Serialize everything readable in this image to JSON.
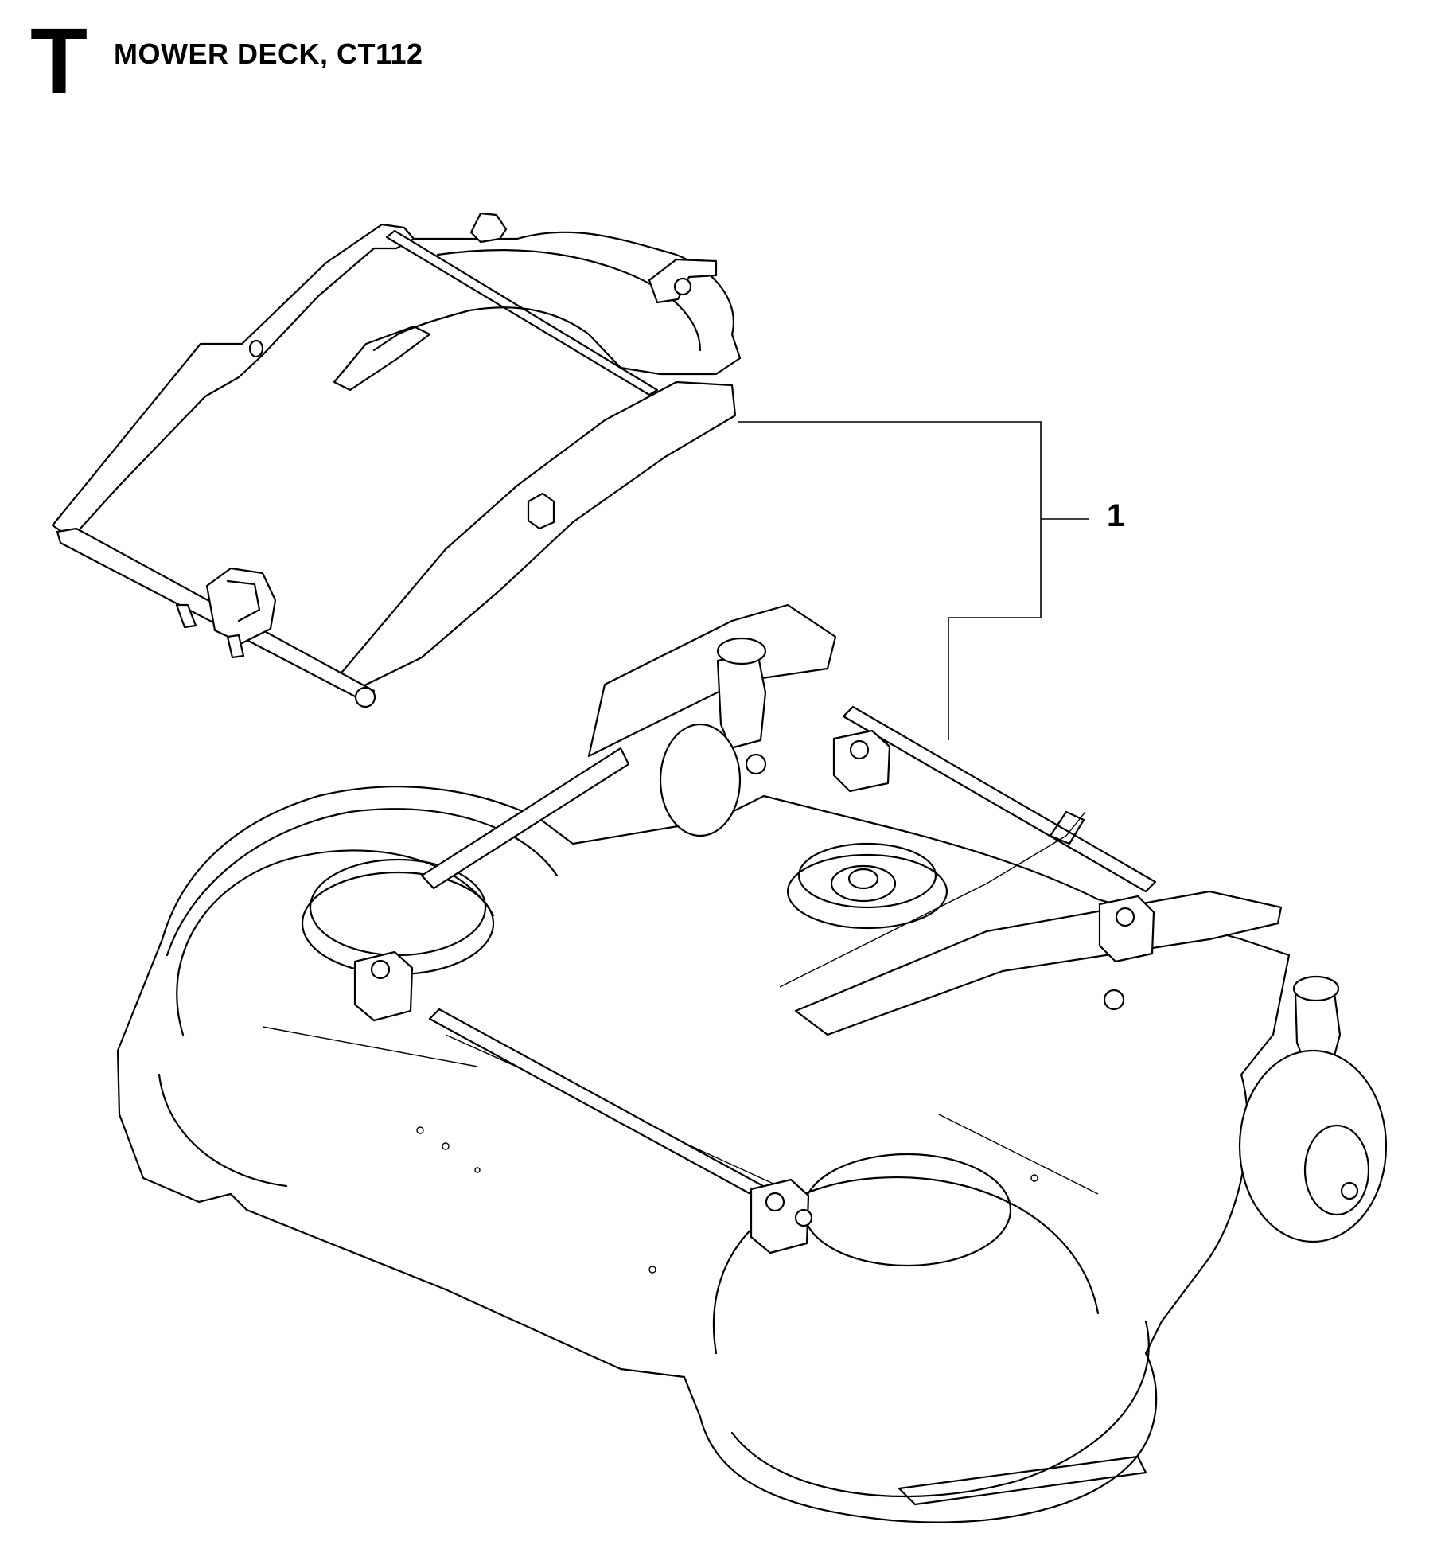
{
  "header": {
    "section_letter": "T",
    "title": "MOWER DECK, CT112"
  },
  "diagram": {
    "parts": [
      {
        "callout": "1",
        "description": "mower deck with hanger frame"
      }
    ]
  }
}
